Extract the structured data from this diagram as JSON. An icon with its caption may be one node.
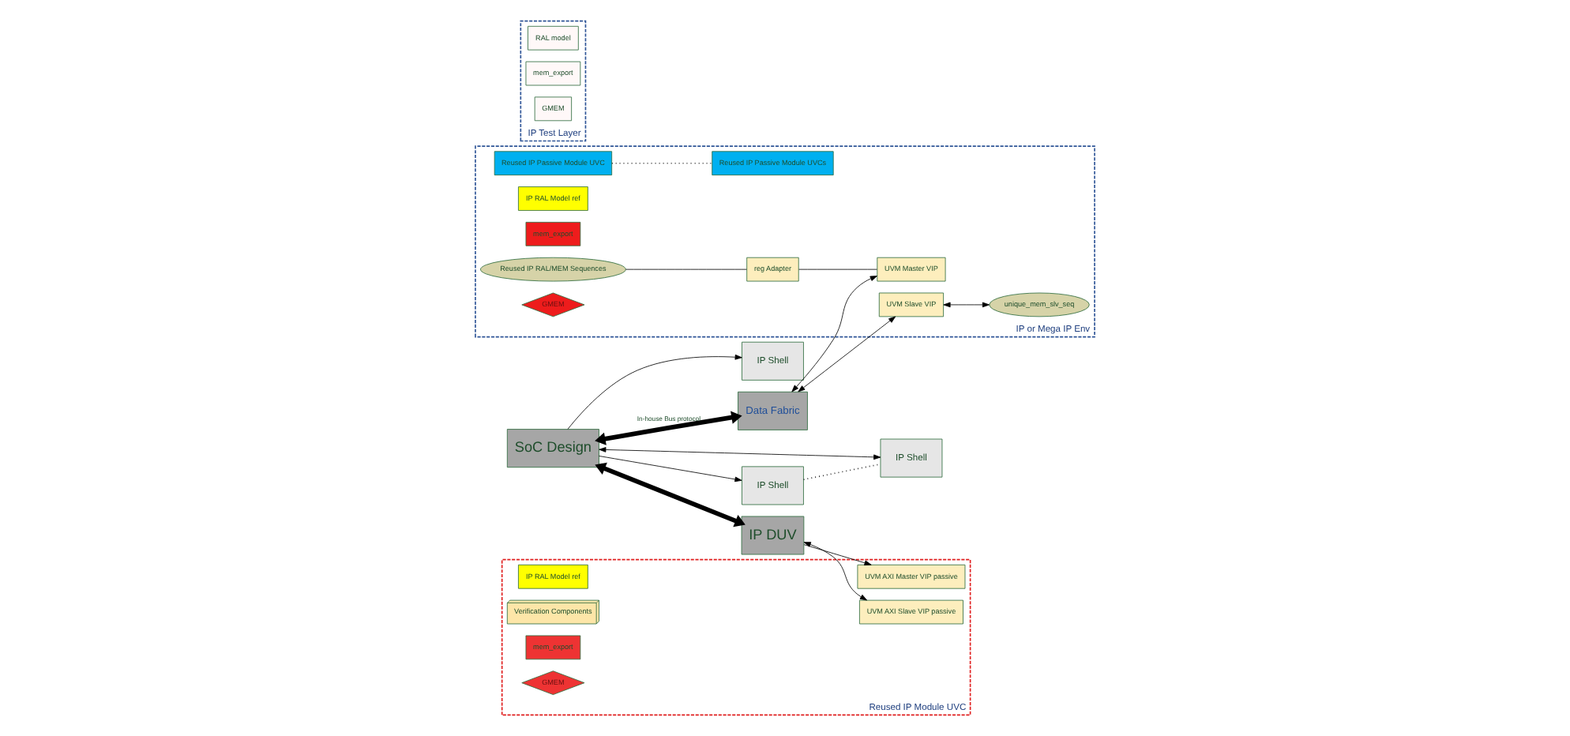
{
  "diagram": {
    "nodes": [
      {
        "text": [
          "IP or Mega IP Env"
        ]
      },
      {
        "text": [
          "Reused IP Passive Module UVC"
        ],
        "in": 0
      },
      {
        "text": [
          "Reused IP Passive Module UVCs"
        ],
        "in": 0
      },
      {
        "text": [
          "IP RAL Model ref"
        ],
        "in": 0
      },
      {
        "text": [
          "unique_mem_slv_seq"
        ],
        "in": 0
      },
      {
        "text": [
          "mem_export"
        ],
        "in": 0
      },
      {
        "text": [
          "UVM Slave VIP"
        ],
        "in": 0
      },
      {
        "text": [
          "reg Adapter"
        ],
        "in": 0
      },
      {
        "text": [
          "Reused IP RAL/MEM Sequences"
        ],
        "in": 0
      },
      {
        "text": [
          "UVM Master VIP"
        ],
        "in": 0
      },
      {
        "text": [
          "GMEM"
        ],
        "in": 0
      },
      {
        "text": [
          "IP Test Layer"
        ]
      },
      {
        "text": [
          "RAL model"
        ],
        "in": 11
      },
      {
        "text": [
          "mem_export"
        ],
        "in": 11
      },
      {
        "text": [
          "GMEM"
        ],
        "in": 11
      },
      {
        "text": [
          "Reused IP Module UVC"
        ]
      },
      {
        "text": [
          "IP RAL Model ref"
        ],
        "in": 15
      },
      {
        "text": [
          "Verification Components"
        ],
        "in": 15
      },
      {
        "text": [
          "mem_export"
        ],
        "in": 15
      },
      {
        "text": [
          "UVM AXI Master VIP passive"
        ],
        "in": 15
      },
      {
        "text": [
          "GMEM"
        ],
        "in": 15
      },
      {
        "text": [
          "UVM AXI Slave VIP passive"
        ],
        "in": 15
      },
      {
        "text": [
          "IP Shell"
        ]
      },
      {
        "text": [
          "IP Shell"
        ]
      },
      {
        "text": [
          "IP Shell"
        ]
      },
      {
        "text": [
          "Data Fabric"
        ]
      },
      {
        "text": [
          "SoC Design"
        ]
      },
      {
        "text": [
          "IP DUV"
        ]
      }
    ],
    "edges": [
      {
        "from": 1,
        "to": 2,
        "arrow": "none",
        "style": "dashed"
      },
      {
        "from": 6,
        "to": 4,
        "arrow": "both"
      },
      {
        "from": 8,
        "to": 7,
        "arrow": "none"
      },
      {
        "from": 7,
        "to": 9,
        "arrow": "none"
      },
      {
        "from": 25,
        "to": 6,
        "arrow": "both"
      },
      {
        "from": 25,
        "to": 9,
        "arrow": "both"
      },
      {
        "from": 26,
        "to": 25,
        "arrow": "both",
        "style": "thick",
        "label": "In-house Bus protocol"
      },
      {
        "from": 26,
        "to": 22,
        "arrow": "to"
      },
      {
        "from": 26,
        "to": 23,
        "arrow": "to"
      },
      {
        "from": 23,
        "to": 24,
        "arrow": "none",
        "style": "dashed"
      },
      {
        "from": 26,
        "to": 24,
        "arrow": "both"
      },
      {
        "from": 26,
        "to": 27,
        "arrow": "both",
        "style": "thick"
      },
      {
        "from": 27,
        "to": 19,
        "arrow": "to"
      },
      {
        "from": 27,
        "to": 21,
        "arrow": "both"
      }
    ]
  }
}
